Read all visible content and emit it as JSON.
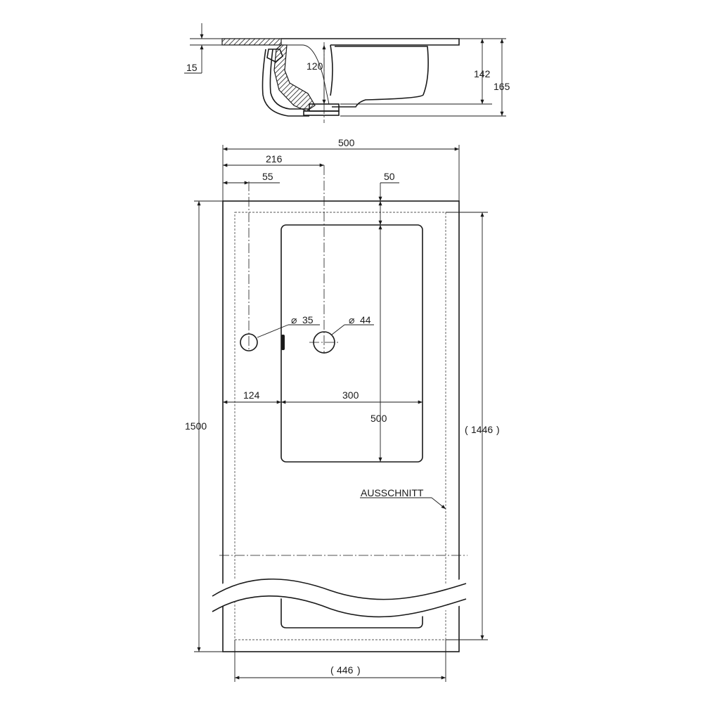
{
  "section_view": {
    "dim_thickness": "15",
    "dim_bowl_depth": "120",
    "dim_depth_inner": "142",
    "dim_depth_total": "165"
  },
  "top_view": {
    "dim_width_total": "500",
    "dim_drain_offset": "216",
    "dim_overflow_offset": "55",
    "dim_bowl_top_offset": "50",
    "dim_length_total": "1500",
    "dim_cutout_length": "1446",
    "dim_cutout_width": "446",
    "dim_side_offset": "124",
    "dim_bowl_width": "300",
    "dim_bowl_length": "500",
    "overflow_diameter": "35",
    "drain_diameter": "44",
    "diameter_symbol": "⌀",
    "cutout_label": "AUSSCHNITT"
  }
}
